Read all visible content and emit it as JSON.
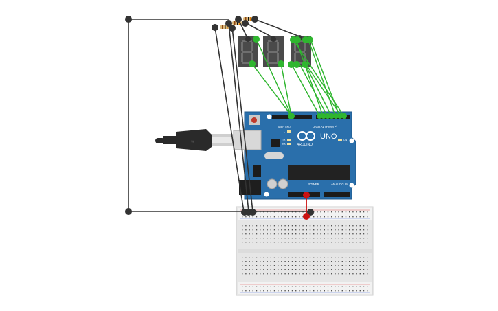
{
  "board": {
    "brand": "ARDUINO",
    "model": "UNO",
    "header_labels": {
      "digital": "DIGITAL (PWM ~)",
      "power": "POWER",
      "analog": "ANALOG IN",
      "aref": "AREF",
      "gnd": "GND",
      "tx": "TX",
      "rx": "RX",
      "l": "L",
      "on": "ON"
    }
  },
  "colors": {
    "wire_black": "#333333",
    "wire_green": "#2fb62f",
    "wire_red": "#cc1111",
    "board_blue": "#2a6fab",
    "display_body": "#4a4a4a",
    "segment_off": "#6e6e6e",
    "breadboard": "#ececec"
  },
  "components": {
    "displays": [
      {
        "name": "seven-segment-display-1"
      },
      {
        "name": "seven-segment-display-2"
      },
      {
        "name": "seven-segment-display-3"
      }
    ],
    "resistors": 3,
    "usb_cable": "usb-cable"
  }
}
